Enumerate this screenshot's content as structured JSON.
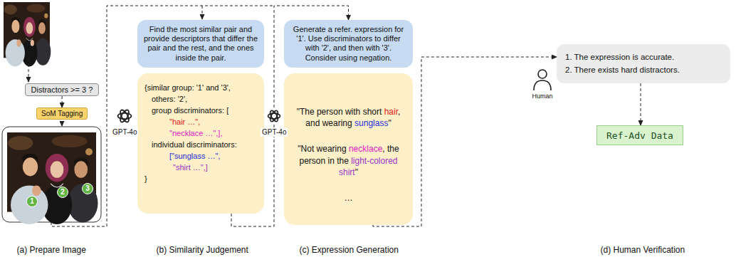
{
  "diagram": {
    "nodes": [
      {
        "text": [
          "Distractors >= 3 ?"
        ]
      },
      {
        "text": [
          "SoM Tagging"
        ]
      },
      {
        "text": [
          "1"
        ]
      },
      {
        "text": [
          "2"
        ]
      },
      {
        "text": [
          "3"
        ]
      },
      {
        "text": [
          "Find the most similar pair and provide descriptors that differ the pair and the rest, and the ones inside the pair."
        ]
      },
      {
        "text": [
          "{similar group: '1' and '3',",
          "others: '2',",
          "group discriminators: [",
          "\"hair …\",",
          "\"necklace …\",],",
          "individual discriminators:",
          "[\"sunglass …\",",
          "\"shirt …\",]",
          "}"
        ]
      },
      {
        "text": [
          "Generate a refer. expression for '1'. Use discriminators to differ with '2', and then with '3'. Consider using negation."
        ]
      },
      {
        "text": [
          "\"The person with short ",
          "hair",
          ", and wearing ",
          "sunglass",
          "\"",
          "\"Not wearing ",
          "necklace",
          ", the person in the ",
          "light-colored shirt",
          "\"",
          "…"
        ]
      },
      {
        "text": [
          "1. The expression is accurate.",
          "2. There exists hard distractors."
        ]
      },
      {
        "text": [
          "Ref-Adv Data"
        ]
      }
    ],
    "edges": [
      {
        "from": 0,
        "to": 1,
        "arrow": "to"
      },
      {
        "from": 6,
        "to": 7,
        "arrow": "to"
      },
      {
        "from": 8,
        "to": 9,
        "arrow": "to"
      },
      {
        "from": 9,
        "to": 10,
        "arrow": "to"
      }
    ],
    "labels": [
      "GPT-4o",
      "GPT-4o",
      "Human",
      "(a) Prepare Image",
      "(b) Similarity Judgement",
      "(c) Expression Generation",
      "(d) Human Verification"
    ]
  }
}
